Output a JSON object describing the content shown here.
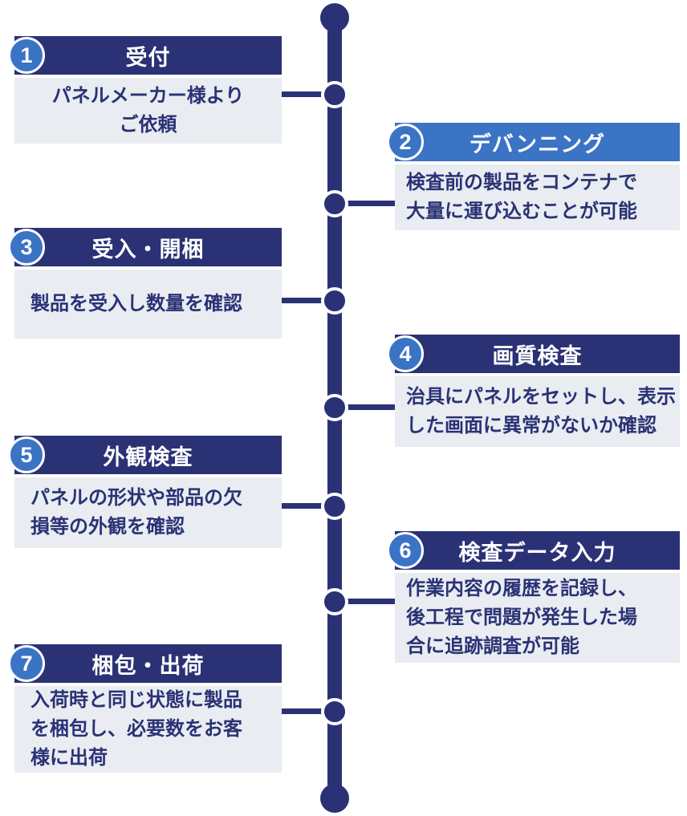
{
  "colors": {
    "navy": "#2a3275",
    "blue": "#3b73c5",
    "panel_bg": "#e9ecf1"
  },
  "steps": [
    {
      "number": "1",
      "title": "受付",
      "variant": "dark",
      "side": "left",
      "lines": [
        "パネルメーカー様より",
        "ご依頼"
      ]
    },
    {
      "number": "2",
      "title": "デバンニング",
      "variant": "light",
      "side": "right",
      "lines": [
        "検査前の製品をコンテナで",
        "大量に運び込むことが可能"
      ]
    },
    {
      "number": "3",
      "title": "受入・開梱",
      "variant": "dark",
      "side": "left",
      "lines": [
        "製品を受入し数量を確認"
      ]
    },
    {
      "number": "4",
      "title": "画質検査",
      "variant": "dark",
      "side": "right",
      "lines": [
        "治具にパネルをセットし、表示",
        "した画面に異常がないか確認"
      ]
    },
    {
      "number": "5",
      "title": "外観検査",
      "variant": "dark",
      "side": "left",
      "lines": [
        "パネルの形状や部品の欠",
        "損等の外観を確認"
      ]
    },
    {
      "number": "6",
      "title": "検査データ入力",
      "variant": "dark",
      "side": "right",
      "lines": [
        "作業内容の履歴を記録し、",
        "後工程で問題が発生した場",
        "合に追跡調査が可能"
      ]
    },
    {
      "number": "7",
      "title": "梱包・出荷",
      "variant": "dark",
      "side": "left",
      "lines": [
        "入荷時と同じ状態に製品",
        "を梱包し、必要数をお客",
        "様に出荷"
      ]
    }
  ]
}
